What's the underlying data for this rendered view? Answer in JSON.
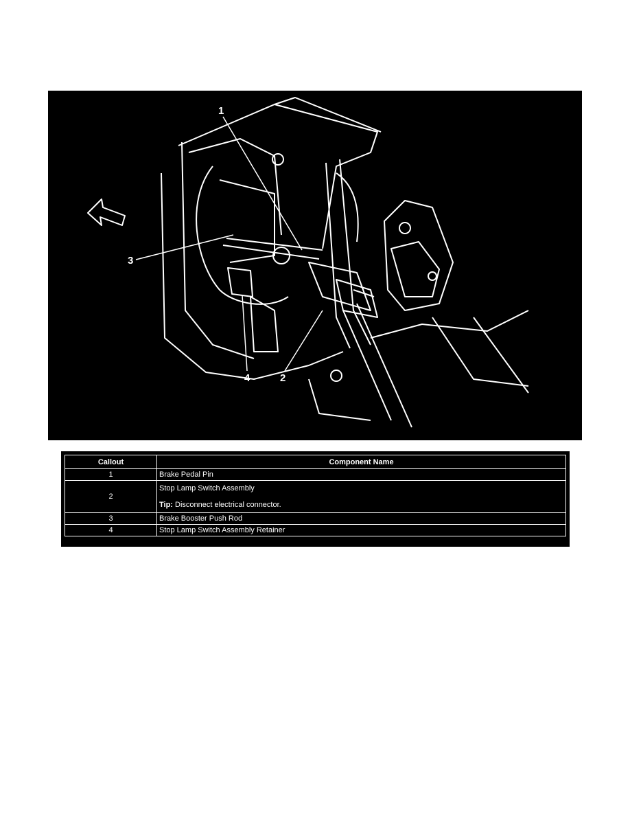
{
  "figure": {
    "callouts": [
      "1",
      "2",
      "3",
      "4"
    ]
  },
  "table": {
    "headers": {
      "callout": "Callout",
      "component": "Component Name"
    },
    "rows": [
      {
        "callout": "1",
        "name": "Brake Pedal Pin"
      },
      {
        "callout": "2",
        "name": "Stop Lamp Switch Assembly",
        "tip_label": "Tip:",
        "tip_text": " Disconnect electrical connector."
      },
      {
        "callout": "3",
        "name": "Brake Booster Push Rod"
      },
      {
        "callout": "4",
        "name": "Stop Lamp Switch Assembly Retainer"
      }
    ]
  }
}
